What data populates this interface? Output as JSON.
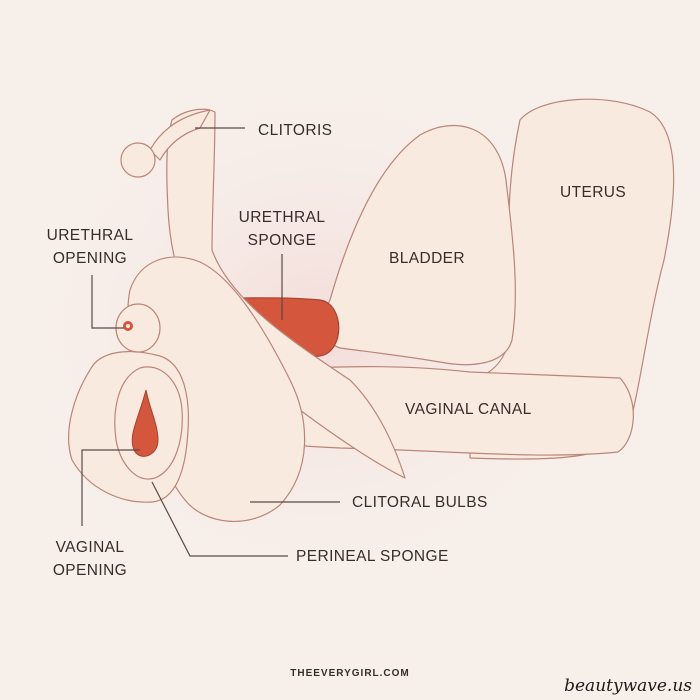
{
  "labels": {
    "clitoris": "CLITORIS",
    "urethral_opening_1": "URETHRAL",
    "urethral_opening_2": "OPENING",
    "urethral_sponge_1": "URETHRAL",
    "urethral_sponge_2": "SPONGE",
    "bladder": "BLADDER",
    "uterus": "UTERUS",
    "vaginal_canal": "VAGINAL CANAL",
    "clitoral_bulbs": "CLITORAL BULBS",
    "vaginal_opening_1": "VAGINAL",
    "vaginal_opening_2": "OPENING",
    "perineal_sponge": "PERINEAL SPONGE"
  },
  "credit": "THEEVERYGIRL.COM",
  "watermark": "beautywave.us",
  "colors": {
    "background": "#f7efea",
    "organ_fill": "#f8eadf",
    "outline": "#b9857a",
    "sponge": "#d4563c",
    "label_text": "#3a2c2a",
    "leader_line": "#5a4a47"
  }
}
